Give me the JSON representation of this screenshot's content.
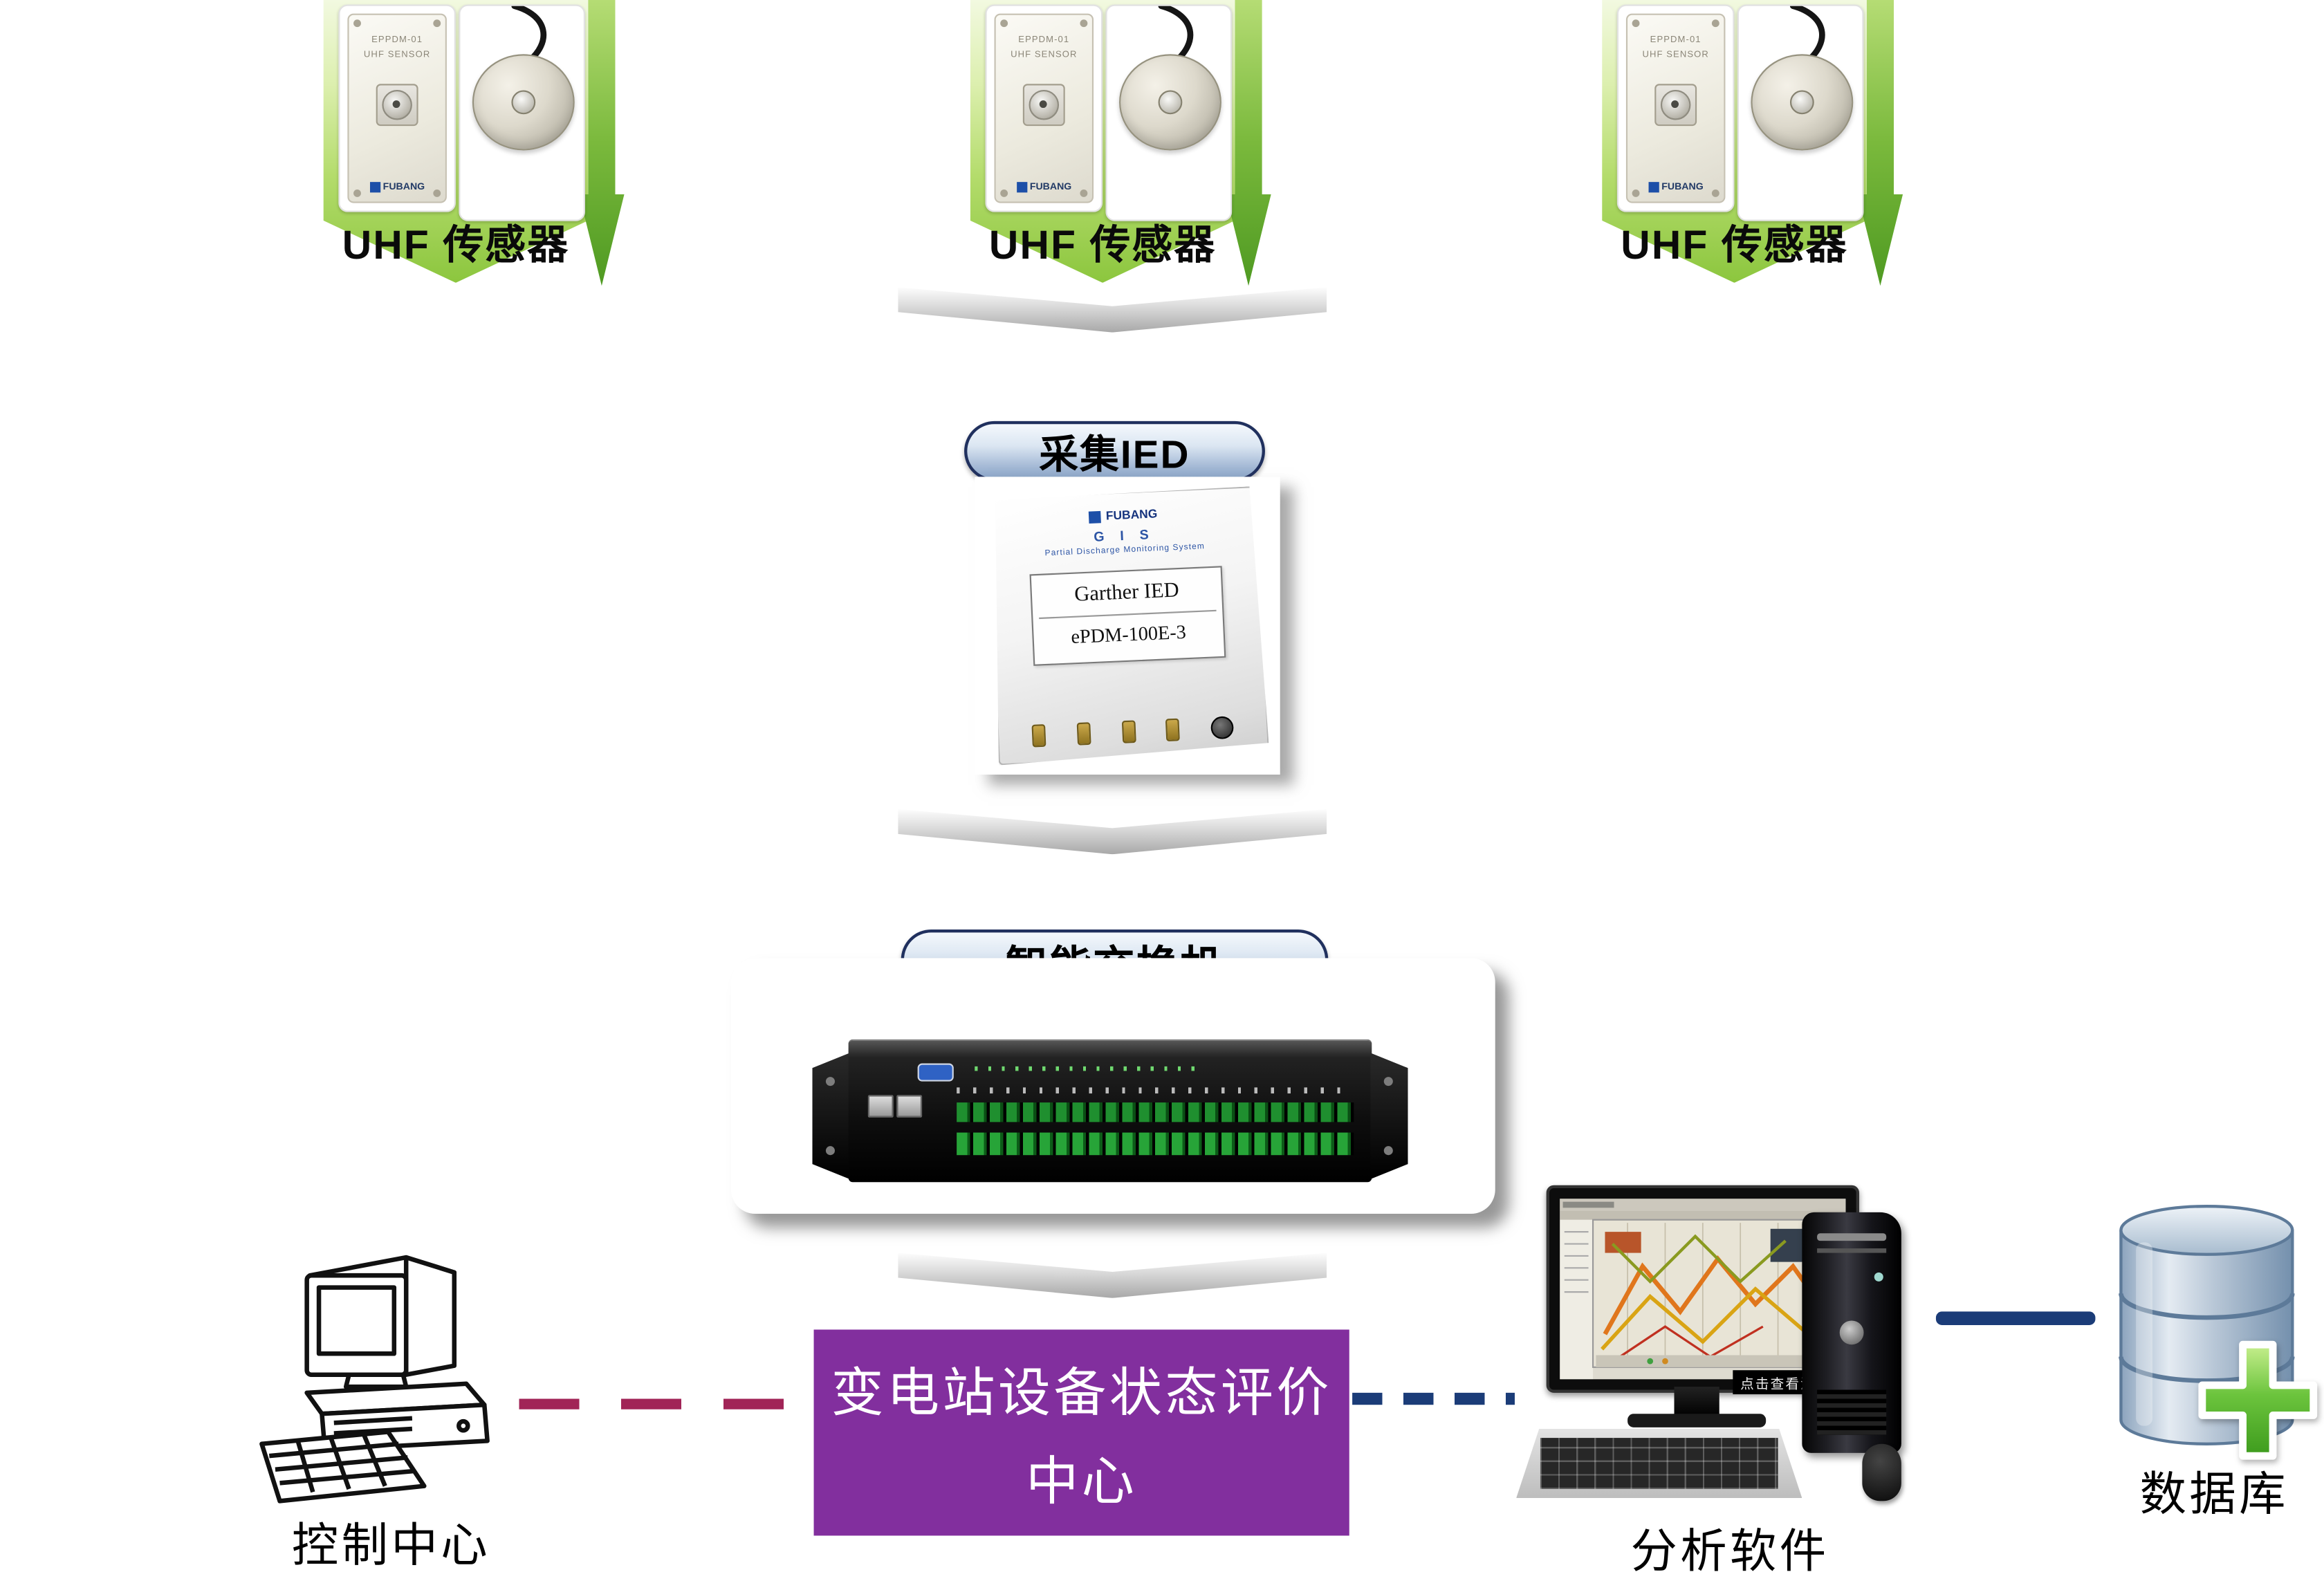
{
  "sensor": {
    "label": "UHF 传感器",
    "device": {
      "model": "EPPDM-01",
      "name": "UHF SENSOR",
      "brand": "FUBANG"
    }
  },
  "ied": {
    "pill": "采集IED",
    "brand": "FUBANG",
    "system_line1": "G I S",
    "system_line2": "Partial Discharge Monitoring System",
    "label_line1": "Garther IED",
    "label_line2": "ePDM-100E-3"
  },
  "switch": {
    "pill": "智能交换机"
  },
  "evaluation_center": {
    "line1": "变电站设备状态评价",
    "line2": "中心"
  },
  "control_center": {
    "label": "控制中心"
  },
  "analysis_software": {
    "label": "分析软件",
    "screen_caption": "点击查看源网页"
  },
  "database": {
    "label": "数据库"
  },
  "colors": {
    "accent_green": "#8cc63e",
    "purple_box": "#822f9e",
    "navy_line": "#1b3c78",
    "crimson_line": "#a12457",
    "plus_green": "#6cc43d"
  }
}
